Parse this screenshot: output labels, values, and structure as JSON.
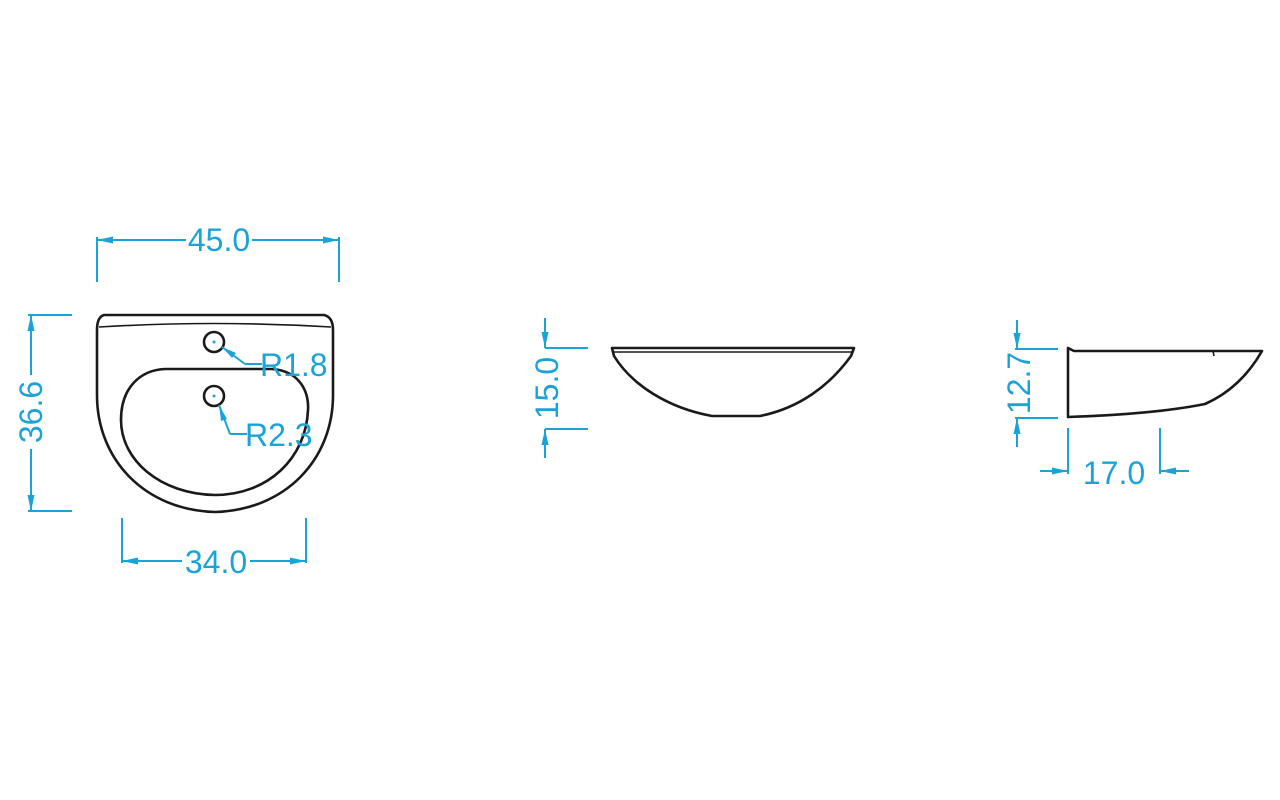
{
  "colors": {
    "outline": "#1a1a1a",
    "dimension": "#1aa3d8",
    "background": "#ffffff"
  },
  "top_view": {
    "width_overall": "45.0",
    "depth_overall": "36.6",
    "bowl_width": "34.0",
    "tap_hole_radius": "R1.8",
    "drain_radius": "R2.3"
  },
  "front_view": {
    "height": "15.0"
  },
  "side_view": {
    "height": "12.7",
    "projection": "17.0"
  }
}
